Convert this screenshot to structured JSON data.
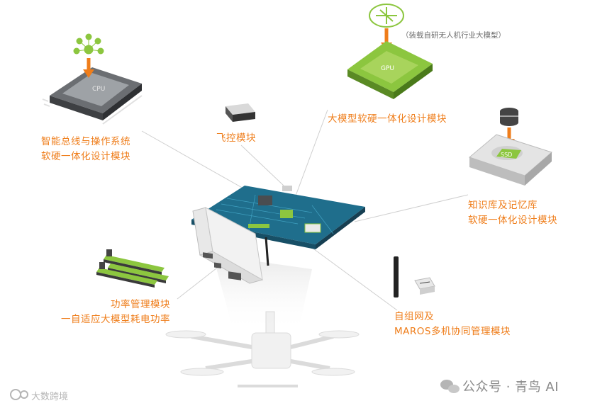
{
  "labels": {
    "cpu_module": [
      "智能总线与操作系统",
      "软硬一体化设计模块"
    ],
    "flight_control": "飞控模块",
    "gpu_module": "大模型软硬一体化设计模块",
    "gpu_note": "（装载自研无人机行业大模型）",
    "knowledge_module": [
      "知识库及记忆库",
      "软硬一体化设计模块"
    ],
    "power_module": [
      "功率管理模块",
      "一自适应大模型耗电功率"
    ],
    "network_module": [
      "自组网及",
      "MAROS多机协同管理模块"
    ]
  },
  "chip_text": {
    "cpu": "CPU",
    "gpu": "GPU",
    "ssd": "SSD"
  },
  "watermarks": {
    "left": "大数跨境",
    "right": "公众号 · 青鸟 AI"
  },
  "colors": {
    "accent": "#ef7d1a",
    "board": "#1f6e8c",
    "chip_green": "#8cc63f",
    "dark_chip": "#4a4d50"
  }
}
